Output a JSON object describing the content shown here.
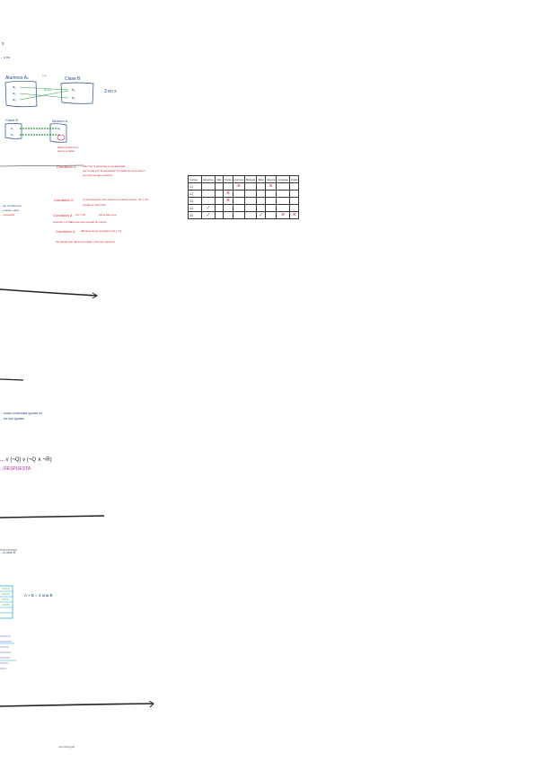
{
  "top": {
    "tiny_mark": "s",
    "intro": "... a tra",
    "alumnos_label": "Alumnos Aₙ",
    "alumnos_items": [
      "a₁",
      "a₂",
      "a₃"
    ],
    "clase_b_label": "Clase B",
    "clase_b_items": [
      "b₁",
      "b₂"
    ],
    "arrow_note": "busca",
    "side_note": "3 en x",
    "green_note": "p.m.",
    "clase_b2_label": "Clase B",
    "clase_b2_items": [
      "b₁",
      "b₂"
    ],
    "alumno_a2_label": "Alumno A",
    "alumno_a2_items": [
      "a₁",
      "a₂"
    ],
    "red_caption": [
      "debe ir al alumno su",
      "que no se define"
    ]
  },
  "conditions": [
    {
      "label": "Condición 1:",
      "text": [
        "todo hay 3 personas en la actividad",
        "por lo que con la suposición (1) sabemos que tienen",
        "los mismos que nosotros"
      ]
    },
    {
      "label": "Condición 2:",
      "text": [
        "en la ocupación tres casos en nuestra sesión, C1 = C2",
        "ocupa un solo para"
      ]
    },
    {
      "label": "Condición 3:",
      "text": [
        "C4 = C5",
        "Asi lo dice que"
      ]
    },
    {
      "label": "",
      "text": [
        "Suponer C1 Sabemos que ocupan un mismo"
      ]
    },
    {
      "label": "Condición 4:",
      "text": [
        "diferente de la ocupación C1 y C3"
      ]
    },
    {
      "label": "",
      "text": [
        "Asi queda que debemos elegir y tres las opciones"
      ]
    }
  ],
  "left_notes": [
    "... las condiciones",
    "... pueden estar",
    "... necesario"
  ],
  "table": {
    "headers": [
      "Cursos",
      "Algoritmo",
      "Cálc.",
      "Física",
      "Química",
      "Biología",
      "Taller",
      "Historia",
      "Lenguaje",
      "Inglés"
    ],
    "rows": [
      {
        "label": "C1",
        "cells": [
          "",
          "",
          "",
          "x",
          "",
          "",
          "x",
          "",
          ""
        ]
      },
      {
        "label": "C2",
        "cells": [
          "",
          "",
          "x",
          "",
          "",
          "",
          "",
          "",
          ""
        ]
      },
      {
        "label": "C3",
        "cells": [
          "",
          "",
          "x",
          "",
          "",
          "",
          "",
          "",
          ""
        ]
      },
      {
        "label": "C4",
        "cells": [
          "check",
          "",
          "",
          "",
          "",
          "",
          "",
          "",
          ""
        ]
      },
      {
        "label": "C5",
        "cells": [
          "check",
          "",
          "",
          "",
          "",
          "check",
          "",
          "x",
          "x"
        ]
      }
    ]
  },
  "middle": {
    "note_lines": [
      "... todas contenidas iguales en",
      "... los dos iguales"
    ],
    "formula": "... v (¬Q) v (¬Q ∧ ¬R)",
    "pink_word": "...RESPUESTA",
    "lower_label": "...á una B",
    "lower_formula": "A × B = 3 una B"
  },
  "footer": {
    "text": "Ivan Mengual"
  }
}
